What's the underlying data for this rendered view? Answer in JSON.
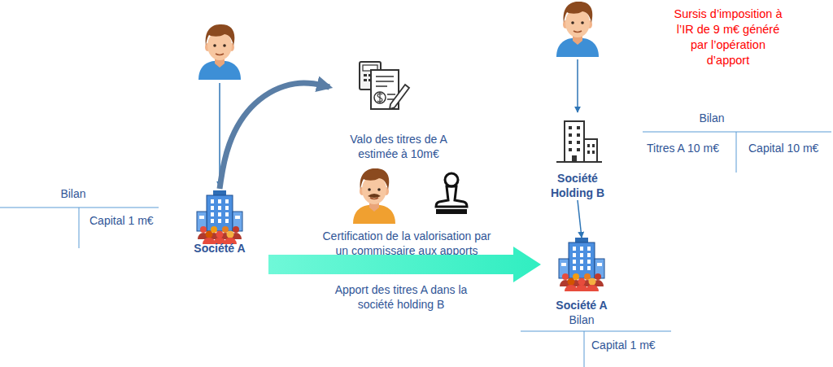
{
  "diagram": {
    "nodes": [
      {
        "text": [
          "Société A"
        ]
      },
      {
        "text": [
          "Valo des titres de A estimée à 10m€"
        ]
      },
      {
        "text": [
          "Société Holding B"
        ]
      },
      {
        "text": [
          "Société A"
        ]
      }
    ],
    "edges": [
      {
        "from": 0,
        "to": 1,
        "arrow": "to"
      },
      {
        "from": 0,
        "to": 3,
        "label": "Apport des titres A dans la société holding B",
        "arrow": "to"
      },
      {
        "from": 2,
        "to": 3,
        "arrow": "to"
      }
    ],
    "labels": [
      "Sursis d’imposition à l’IR de 9 m€ généré par l’opération d’apport",
      "Bilan",
      "Titres A 10 m€",
      "Capital 10 m€",
      "Bilan",
      "Capital 1 m€",
      "Certification de la valorisation par un commissaire aux apports",
      "Bilan",
      "Capital 1 m€"
    ]
  }
}
